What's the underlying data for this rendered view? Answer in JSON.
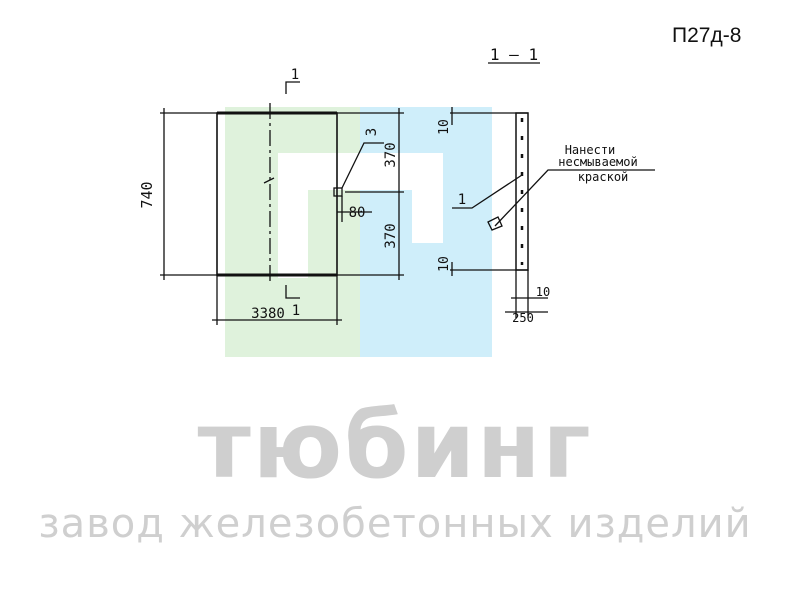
{
  "product_code": "П27д-8",
  "plan": {
    "section_mark": "1",
    "width_dim": "3380",
    "height_dim": "740",
    "upper_dim": "370",
    "lower_dim": "370",
    "hole_dim": "80",
    "item_ref": "3"
  },
  "section": {
    "title": "1 – 1",
    "top_dim": "10",
    "bottom_dim": "10",
    "plate_thickness": "10",
    "depth_dim": "250",
    "item_ref": "1",
    "note_lines": [
      "Нанести",
      "несмываемой",
      "краской"
    ]
  },
  "watermark": {
    "name": "тюбинг",
    "tagline": "завод железобетонных изделий",
    "colors": {
      "green": "#dff2dc",
      "blue": "#cfeefa",
      "text": "#cfcfcf"
    }
  }
}
